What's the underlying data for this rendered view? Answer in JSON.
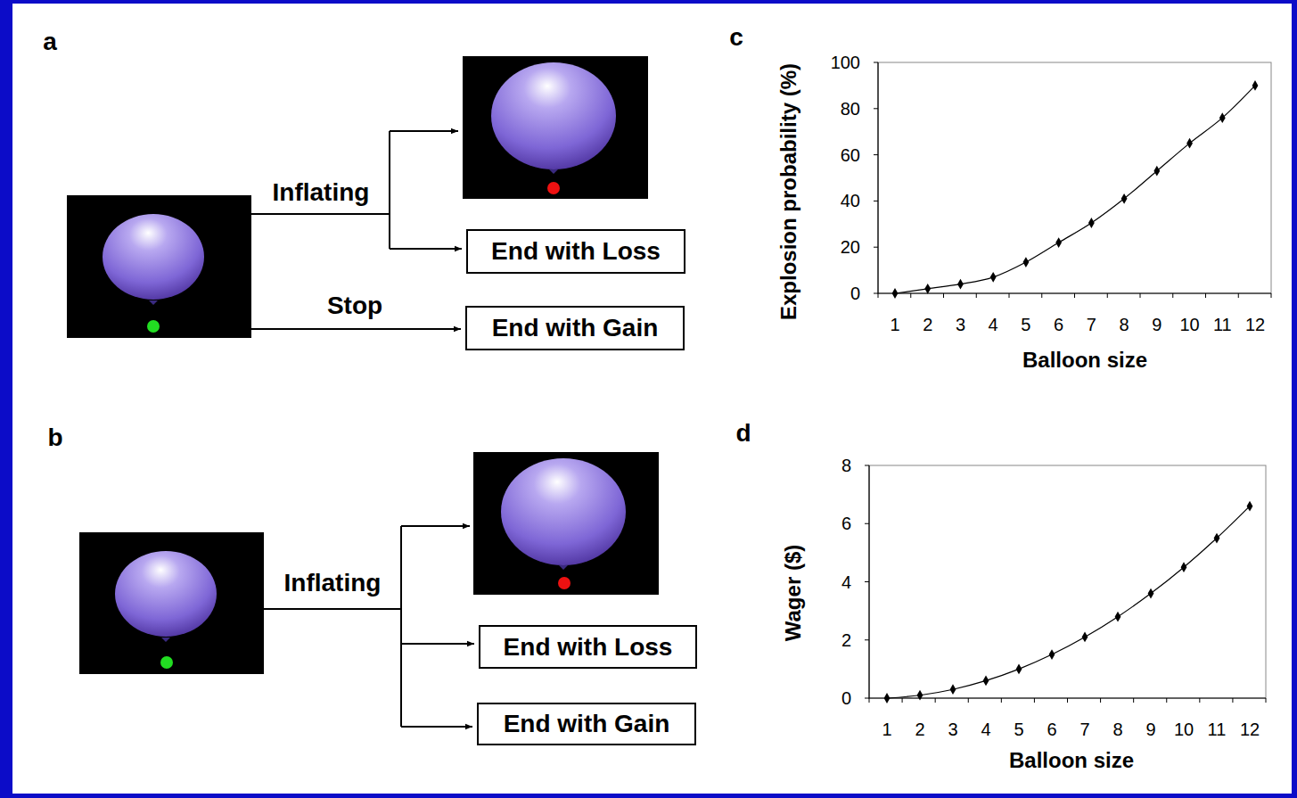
{
  "diagram": {
    "nodes": [
      {
        "text": [
          "End with Loss"
        ]
      },
      {
        "text": [
          "End with Gain"
        ]
      },
      {
        "text": [
          "End with Loss"
        ]
      },
      {
        "text": [
          "End with Gain"
        ]
      }
    ],
    "labels": [
      "a",
      "Inflating",
      "Stop",
      "b",
      "Inflating",
      "c",
      "100",
      "80",
      "60",
      "40",
      "20",
      "0",
      "1",
      "2",
      "3",
      "4",
      "5",
      "6",
      "7",
      "8",
      "9",
      "10",
      "11",
      "12",
      "Explosion probability (%)",
      "Balloon size",
      "d",
      "8",
      "6",
      "4",
      "2",
      "0",
      "1",
      "2",
      "3",
      "4",
      "5",
      "6",
      "7",
      "8",
      "9",
      "10",
      "11",
      "12",
      "Wager ($)",
      "Balloon size"
    ]
  }
}
